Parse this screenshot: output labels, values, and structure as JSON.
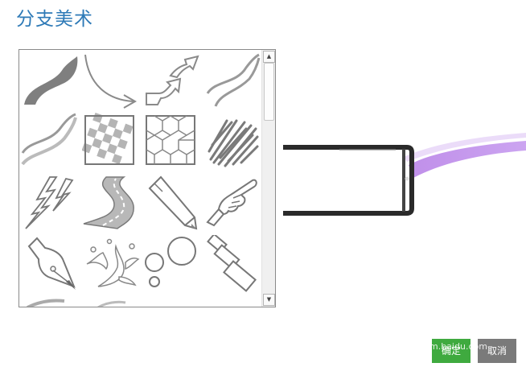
{
  "dialog": {
    "title": "分支美术"
  },
  "gallery": {
    "items": [
      "brush-stroke-icon",
      "curved-arrow-icon",
      "zigzag-arrows-icon",
      "double-stroke-icon",
      "ribbon-stroke-icon",
      "checker-tile-icon",
      "hexagon-tile-icon",
      "scribble-icon",
      "lightning-icon",
      "road-icon",
      "pencil-icon",
      "pointing-hand-icon",
      "pen-nib-icon",
      "splash-icon",
      "circles-icon",
      "rectangles-icon"
    ],
    "scroll_up": "▲",
    "scroll_down": "▼"
  },
  "buttons": {
    "ok_label": "确定",
    "cancel_label": "取消"
  },
  "watermark": "m.baidu.com",
  "colors": {
    "title": "#2e7ab7",
    "ok": "#3faa3f",
    "cancel": "#7a7a7a",
    "branch_purple": "#b57ce6"
  }
}
